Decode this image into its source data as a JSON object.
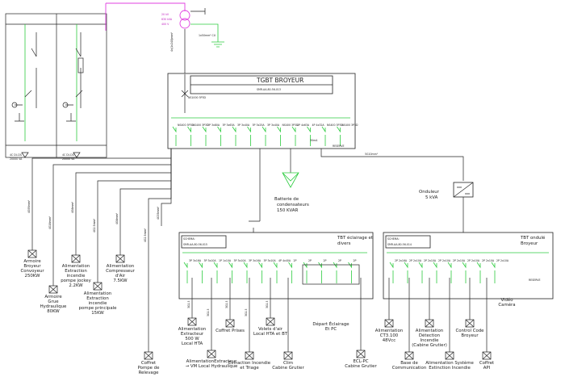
{
  "mv_cells": {
    "left_tag": "4C DI-CIS",
    "left_sub": "20000 VA",
    "right_tag": "4C DI-CIS",
    "right_sub": "20000 VA"
  },
  "transformer": {
    "primary": "20 kV",
    "power": "630 kVA",
    "secondary": "400 V",
    "earth_cable": "1x50mm² CU",
    "lv_cable": "4x(1x240)mm²"
  },
  "tgbt": {
    "title": "TGBT BROYEUR",
    "schema": "SMR-AA-80-56-013",
    "main_breaker": "NS1000 3P3D",
    "reserve": "RESERVE",
    "earth_note": "30mA",
    "feeders": [
      "NS400 3P3D",
      "NS400 3P3D",
      "3P 3x80A",
      "3P 3x63A",
      "3P 3x40A",
      "3P 3x25A",
      "3P 3x40A",
      "NS400 3P3D",
      "4P 4x63A",
      "4P 4x32A",
      "NS400 3P3D",
      "NS400 3P3D"
    ]
  },
  "capacitor": {
    "line1": "Batterie de",
    "line2": "condensateurs",
    "line3": "150 KVAR"
  },
  "onduleur": {
    "cable": "5G10mm²",
    "line1": "Onduleur",
    "line2": "5 kVA"
  },
  "tbt_eclairage": {
    "schema_label": "SCHEMA:",
    "schema": "SMR-AA-80-56-015",
    "title_1": "TBT éclairage et",
    "title_2": "divers",
    "feeders": [
      "3P 3x16A",
      "3P 3x10A",
      "1P 1x10A",
      "3P 3x10A",
      "3P 3x16A",
      "3P 3x10A",
      "4P 4x40A",
      "2P",
      "2P",
      "2P",
      "2P",
      "2P"
    ]
  },
  "tbt_ondule": {
    "schema_label": "SCHEMA:",
    "schema": "SMR-AA-80-56-014",
    "title_1": "TBT ondulé",
    "title_2": "Broyeur",
    "reserve": "RESERVE",
    "feeders": [
      "2P 2x16A",
      "2P 2x10A",
      "2P 2x10A",
      "2P 2x10A",
      "2P 2x10A",
      "2P 2x10A",
      "2P 2x10A",
      "2P 2x10A"
    ]
  },
  "cable_tags": [
    "4G95mm²",
    "4G16mm²",
    "4G6mm²",
    "4G2.5mm²",
    "4G6mm²",
    "4G2.5mm²",
    "4G35mm²",
    "3G1.5",
    "3G1.5",
    "3G1.5",
    "3G1.5",
    "3G1.5"
  ],
  "loads": {
    "armoire_convoyeur": [
      "Armoire",
      "Broyeur",
      "Convoyeur",
      "250KW"
    ],
    "armoire_grue": [
      "Armoire",
      "Grue",
      "Hydraulique",
      "80KW"
    ],
    "alim_extraction_jockey": [
      "Alimentation",
      "Extraction",
      "incendie",
      "pompe jockey",
      "2.2KW"
    ],
    "alim_extraction_principale": [
      "Alimentation",
      "Extraction",
      "incendie",
      "pompe principale",
      "15KW"
    ],
    "alim_compresseur": [
      "Alimentation",
      "Compresseur",
      "d'Air",
      "7.5KW"
    ],
    "coffret_relevage": [
      "Coffret",
      "Pompe de",
      "Relevage"
    ],
    "alim_extracteur_500": [
      "Alimentation",
      "Extracteur",
      "500 W",
      "Local HTA"
    ],
    "alim_extracteur_hydr": [
      "AlimentationExtracteur",
      "→ VM Local Hydraulique"
    ],
    "coffret_prises": [
      "Coffret Prises"
    ],
    "extraction_incendie_tri": [
      "Extraction Incendie",
      "et Triage"
    ],
    "volets_air": [
      "Volets d'air",
      "Local HTA et BT"
    ],
    "clim": [
      "Clim",
      "Cabine Grutier"
    ],
    "depart_eclairage": [
      "Départ Éclairage",
      "Et PC"
    ],
    "ecl_pc": [
      "ECL-PC",
      "Cabine Grutier"
    ],
    "alim_ct3": [
      "Alimentation",
      "CT3.100",
      "48Vcc"
    ],
    "base_communication": [
      "Base de",
      "Communication"
    ],
    "alim_detection": [
      "Alimentation",
      "Détection",
      "Incendie",
      "(Cabine Grutier)"
    ],
    "alim_systeme": [
      "Alimentation Système",
      "Extinction Incendie"
    ],
    "control_code": [
      "Control Code",
      "Broyeur"
    ],
    "coffret_api": [
      "Coffret",
      "API"
    ],
    "video": [
      "Vidéo",
      "Caméra"
    ]
  }
}
